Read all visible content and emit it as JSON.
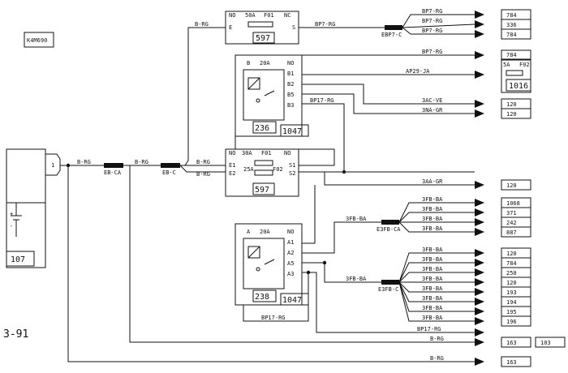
{
  "module_code": "K4M690",
  "page_ref": "3-91",
  "battery": {
    "ref": "107",
    "pin": "1",
    "plus": "+",
    "minus": "-"
  },
  "splices": {
    "eb_ca": "EB-CA",
    "eb_c": "EB-C",
    "ebp7_c": "EBP7-C",
    "e3fb_ca": "E3FB-CA",
    "e3fb_c": "E3FB-C"
  },
  "fuse_597": {
    "ref": "597",
    "top_rating": "50A",
    "top_fuse": "F01",
    "top_no_left": "NO",
    "top_no_right": "NC",
    "term_e": "E",
    "term_s": "S",
    "bot_rating": "30A",
    "bot_fuse_1": "F01",
    "bot_rating_2": "25A",
    "bot_fuse_2": "F02",
    "e1": "E1",
    "e2": "E2",
    "s1": "S1",
    "s2": "S2",
    "no_left": "NO",
    "no_right": "NO"
  },
  "relay_236": {
    "ref": "236",
    "connector": "1047",
    "letter": "B",
    "rating": "20A",
    "pins": [
      "NO",
      "B1",
      "B2",
      "B5",
      "B3"
    ]
  },
  "relay_238": {
    "ref": "238",
    "connector": "1047",
    "letter": "A",
    "rating": "20A",
    "pins": [
      "NO",
      "A1",
      "A2",
      "A5",
      "A3"
    ]
  },
  "fuse_1016": {
    "rating": "5A",
    "fuse": "F02",
    "ref": "1016"
  },
  "wires": {
    "b_rg": "B-RG",
    "bp7_rg": "BP7-RG",
    "bp17_rg": "BP17-RG",
    "ap29_ja": "AP29-JA",
    "ac_ve": "3AC-VE",
    "na_gr": "3NA-GR",
    "aa_gr": "3AA-GR",
    "fb_ba": "3FB-BA"
  },
  "destinations": {
    "bp7_group": [
      "784",
      "336",
      "784"
    ],
    "bp7_single": "784",
    "ac_ve": "120",
    "na_gr": "120",
    "aa_gr": "120",
    "e3fb_ca_group": [
      "1068",
      "371",
      "242",
      "887"
    ],
    "e3fb_c_group": [
      "120",
      "784",
      "250",
      "120",
      "193",
      "194",
      "195",
      "196"
    ],
    "bp17_end": "163",
    "bp17_end_ext": "103",
    "b_rg_end": "163"
  }
}
